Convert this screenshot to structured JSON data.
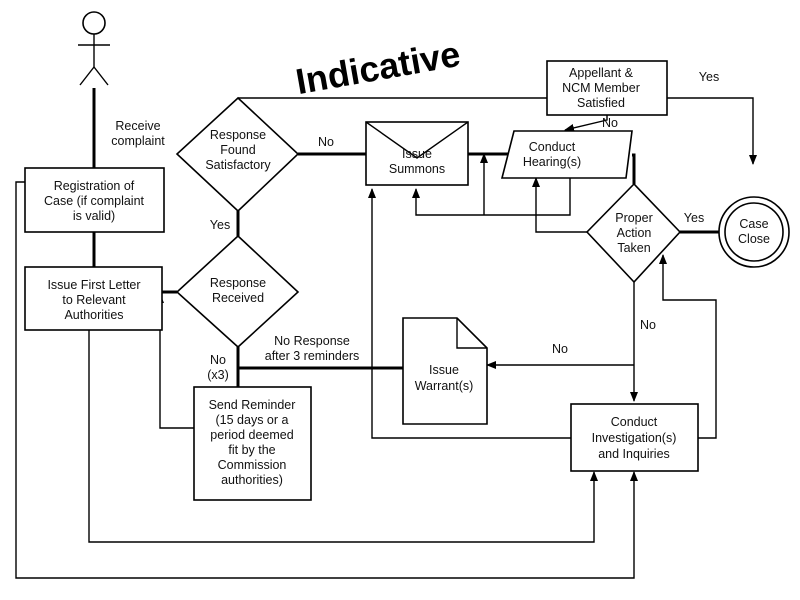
{
  "title": "Indicative",
  "nodes": {
    "receive": "Receive complaint",
    "registration": [
      "Registration of",
      "Case (if complaint",
      "is valid)"
    ],
    "first_letter": [
      "Issue First Letter",
      "to Relevant",
      "Authorities"
    ],
    "response_received": [
      "Response",
      "Received"
    ],
    "response_satisfactory": [
      "Response",
      "Found",
      "Satisfactory"
    ],
    "issue_summons": [
      "Issue",
      "Summons"
    ],
    "conduct_hearing": [
      "Conduct",
      "Hearing(s)"
    ],
    "appellant": [
      "Appellant &",
      "NCM Member",
      "Satisfied"
    ],
    "proper_action": [
      "Proper",
      "Action",
      "Taken"
    ],
    "case_close": [
      "Case",
      "Close"
    ],
    "issue_warrant": [
      "Issue",
      "Warrant(s)"
    ],
    "investigation": [
      "Conduct",
      "Investigation(s)",
      "and Inquiries"
    ],
    "reminder": [
      "Send Reminder",
      "(15 days or a",
      "period deemed",
      "fit by the",
      "Commission",
      "authorities)"
    ]
  },
  "edge_labels": {
    "no_satisfactory": "No",
    "yes_satisfactory": "Yes",
    "yes_appellant": "Yes",
    "no_appellant": "No",
    "yes_proper": "Yes",
    "no_proper": "No",
    "no_warrant": "No",
    "no_response": [
      "No Response",
      "after 3 reminders"
    ],
    "no_x3": [
      "No",
      "(x3)"
    ]
  }
}
